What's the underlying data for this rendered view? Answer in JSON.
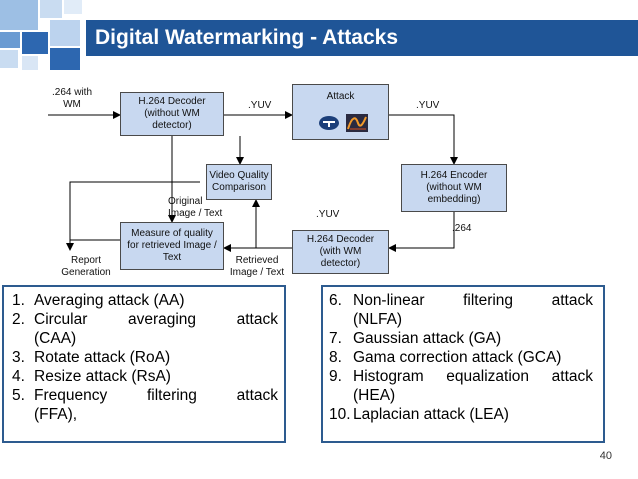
{
  "slide": {
    "title": "Digital Watermarking - Attacks",
    "page_number": "40"
  },
  "diagram": {
    "boxes": {
      "decoder_without": "H.264 Decoder (without WM detector)",
      "attack": "Attack",
      "encoder": "H.264 Encoder (without WM embedding)",
      "video_quality": "Video Quality Comparison",
      "decoder_with": "H.264 Decoder (with WM detector)",
      "measure_quality": "Measure of quality for retrieved Image / Text"
    },
    "labels": {
      "input": ".264 with WM",
      "yuv_1": ".YUV",
      "yuv_2": ".YUV",
      "yuv_3": ".YUV",
      "h264": ".264",
      "original": "Original Image / Text",
      "retrieved": "Retrieved Image / Text",
      "report": "Report Generation"
    },
    "icons": [
      "tool-logo-icon",
      "filter-wave-icon"
    ]
  },
  "attacks_left": [
    {
      "num": "1.",
      "text": "Averaging attack (AA)"
    },
    {
      "num": "2.",
      "text": "Circular averaging attack",
      "cont": "(CAA)"
    },
    {
      "num": "3.",
      "text": "Rotate attack (RoA)"
    },
    {
      "num": "4.",
      "text": "Resize attack (RsA)"
    },
    {
      "num": "5.",
      "text": "Frequency filtering attack",
      "cont": "(FFA),"
    }
  ],
  "attacks_right": [
    {
      "num": "6.",
      "text": "Non-linear filtering attack",
      "cont": "(NLFA)"
    },
    {
      "num": "7.",
      "text": "Gaussian attack (GA)"
    },
    {
      "num": "8.",
      "text": "Gama correction attack (GCA)"
    },
    {
      "num": "9.",
      "text": "Histogram equalization attack",
      "cont": "(HEA)"
    },
    {
      "num": "10.",
      "text": "Laplacian attack (LEA)"
    }
  ]
}
